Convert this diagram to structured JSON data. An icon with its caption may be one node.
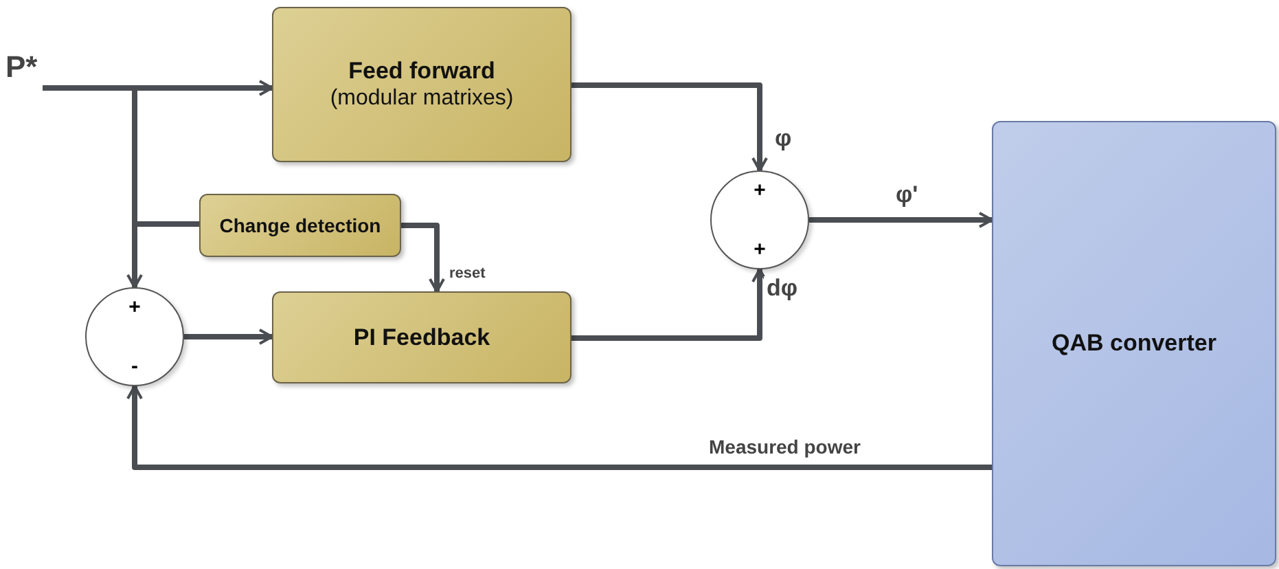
{
  "diagram": {
    "nodes": [
      {
        "text": [
          "P*"
        ]
      },
      {
        "text": [
          "Feed forward",
          "(modular matrixes)"
        ]
      },
      {
        "text": [
          "Change detection"
        ]
      },
      {
        "text": [
          "+",
          "-"
        ]
      },
      {
        "text": [
          "PI Feedback"
        ]
      },
      {
        "text": [
          "+",
          "+"
        ]
      },
      {
        "text": [
          "QAB converter"
        ]
      }
    ],
    "edges": [
      {
        "from": 0,
        "to": 1,
        "arrow": "to"
      },
      {
        "from": 0,
        "to": 3,
        "arrow": "to"
      },
      {
        "from": 0,
        "to": 2,
        "arrow": "none"
      },
      {
        "from": 2,
        "to": 4,
        "arrow": "to",
        "label": "reset"
      },
      {
        "from": 3,
        "to": 4,
        "arrow": "to"
      },
      {
        "from": 1,
        "to": 5,
        "arrow": "to",
        "label": "φ"
      },
      {
        "from": 4,
        "to": 5,
        "arrow": "to",
        "label": "dφ"
      },
      {
        "from": 5,
        "to": 6,
        "arrow": "to",
        "label": "φ'"
      },
      {
        "from": 6,
        "to": 3,
        "arrow": "to",
        "label": "Measured power"
      }
    ]
  }
}
